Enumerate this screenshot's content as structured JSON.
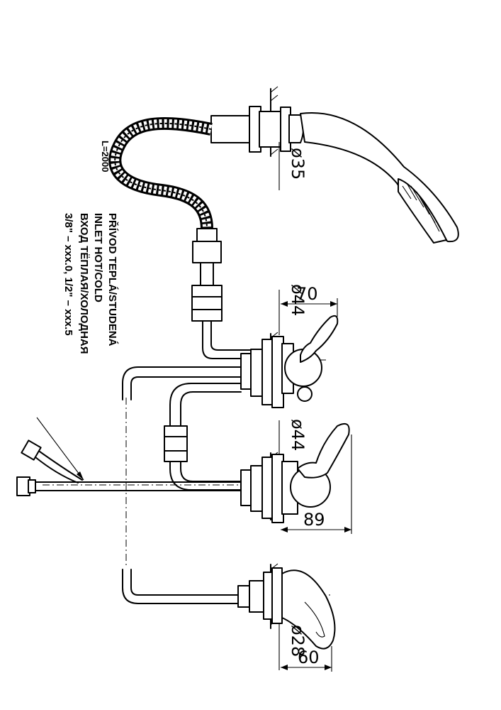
{
  "hose_length_label": "L=2000",
  "inlet_note": {
    "line1": "PŘÍVOD TEPLÁ/STUDENÁ",
    "line2": "INLET HOT/COLD",
    "line3": "ВХОД ТЁПЛАЯ/ХОЛОДНАЯ",
    "line4": "3/8\" – xxx.0, 1/2\" – xxx.5"
  },
  "dimensions": {
    "shower_holder_diameter": "ø35",
    "upper_valve_diameter": "ø44",
    "upper_valve_length": "70",
    "lower_valve_diameter": "ø44",
    "lower_valve_length": "89",
    "spout_diameter": "ø28",
    "spout_length": "60"
  }
}
